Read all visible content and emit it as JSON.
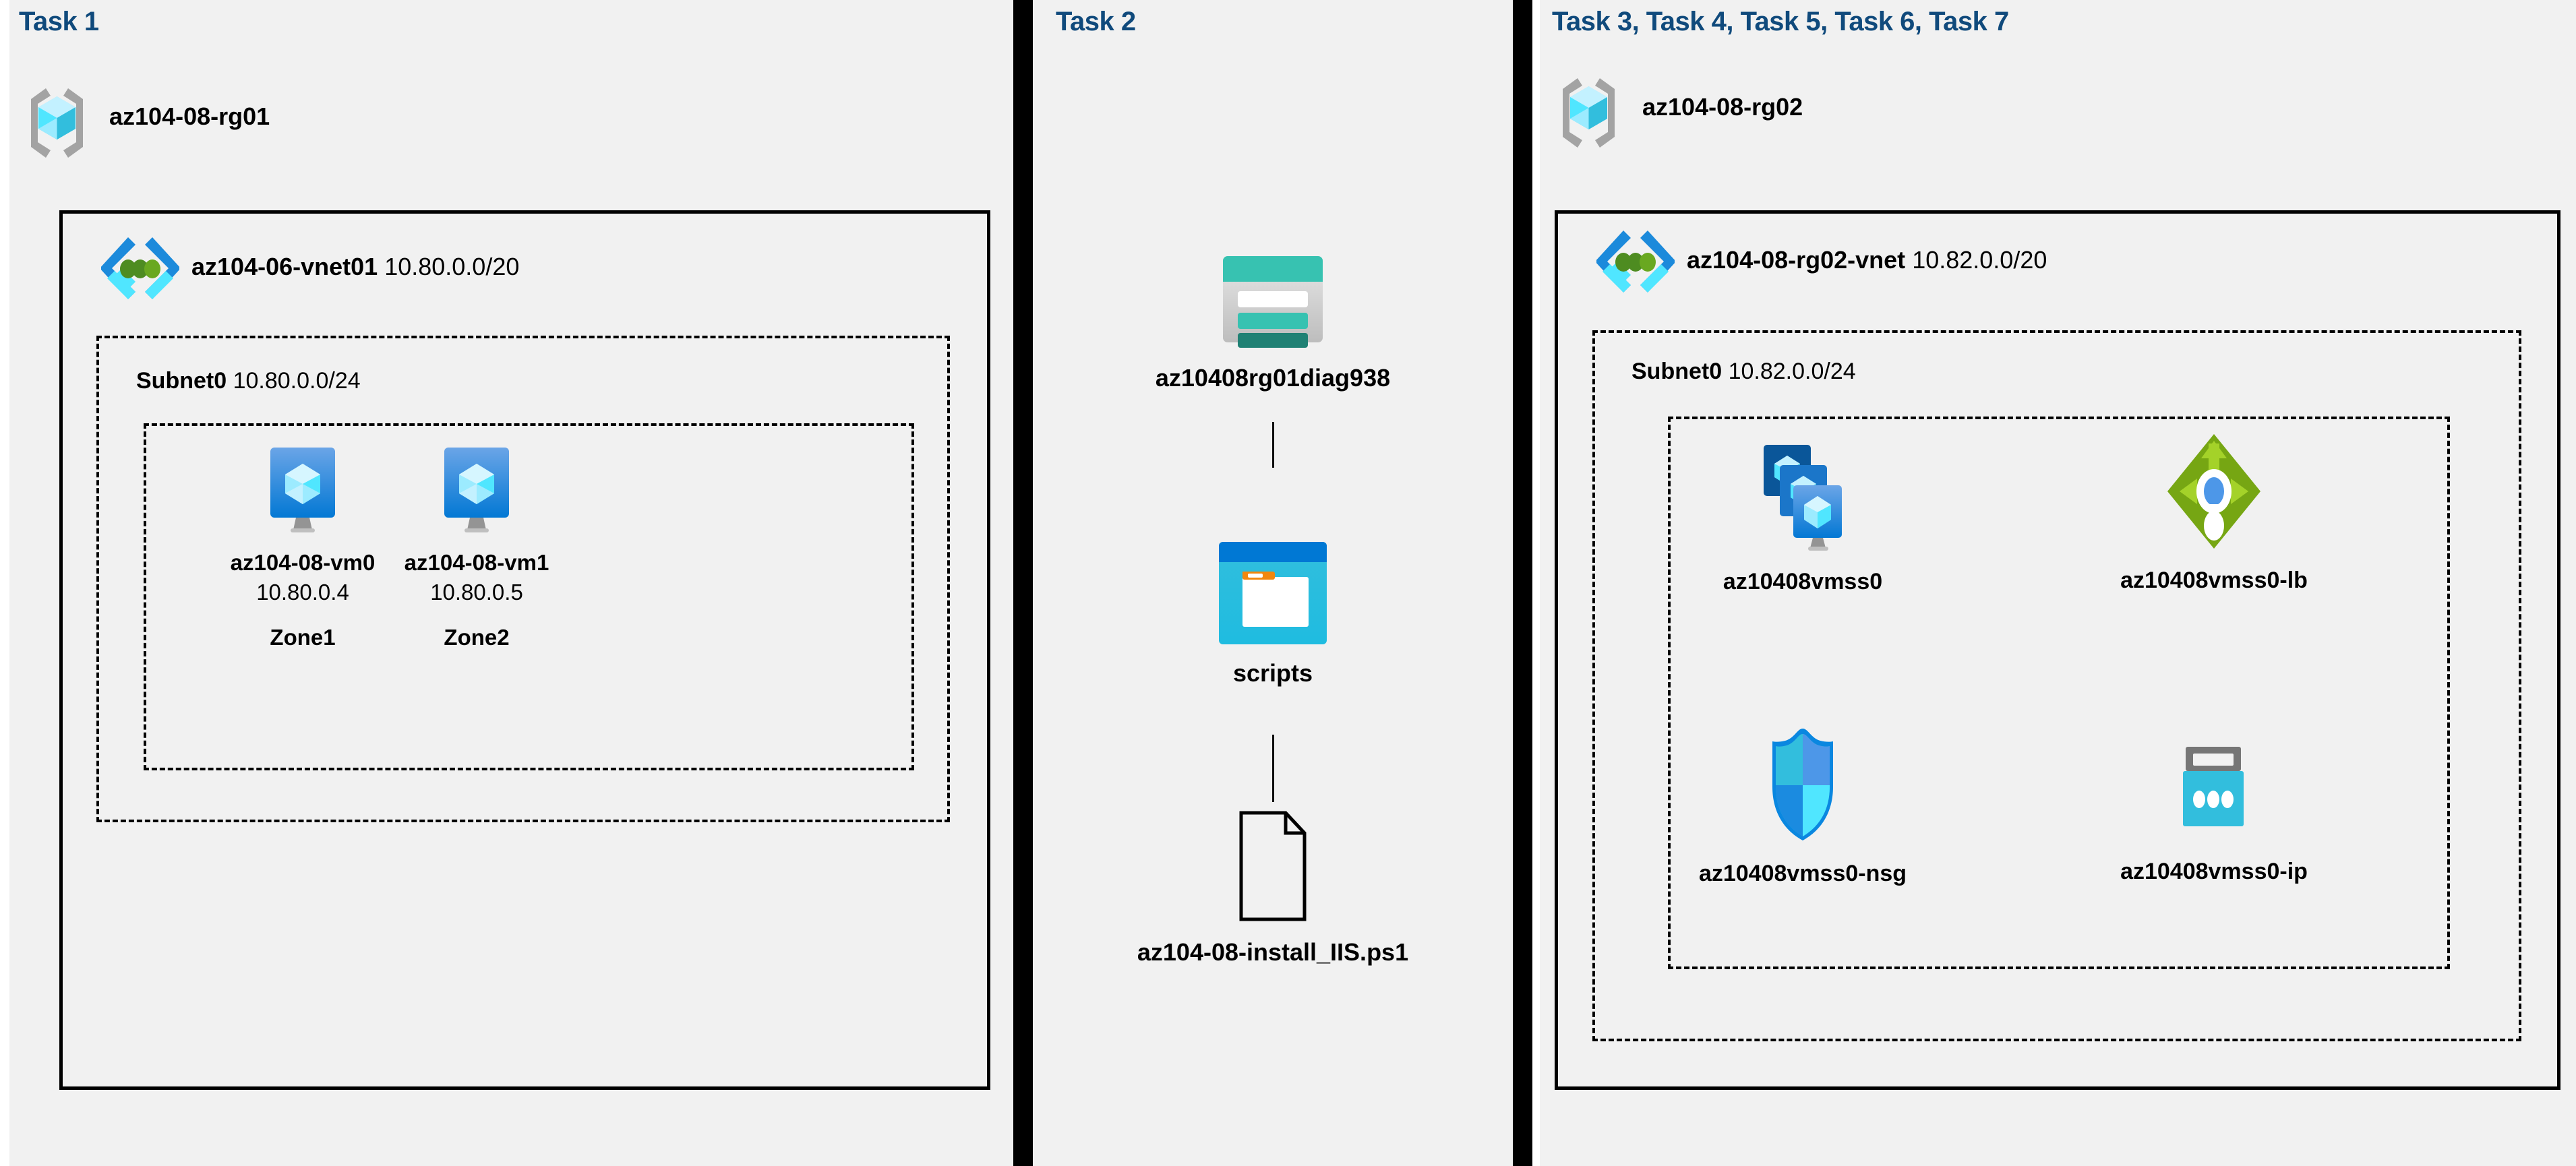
{
  "colors": {
    "panel_bg": "#f1f1f1",
    "page_bg": "#ffffff",
    "divider": "#000000",
    "heading_blue": "#104A7C",
    "border_black": "#000000",
    "azure_cyan": "#50E6FF",
    "azure_blue": "#0078D4",
    "vnet_green": "#5E9624",
    "storage_teal": "#37C2B1",
    "lb_green": "#7FBA00",
    "nsg_blue": "#32BEDD",
    "ip_gray": "#767676"
  },
  "panels": [
    {
      "id": "task1",
      "heading": "Task 1",
      "resource_group": {
        "name": "az104-08-rg01",
        "icon": "resource-group-icon"
      },
      "vnet": {
        "name": "az104-06-vnet01",
        "cidr": "10.80.0.0/20",
        "icon": "virtual-network-icon"
      },
      "subnet": {
        "name": "Subnet0",
        "cidr": "10.80.0.0/24"
      },
      "vms": [
        {
          "name": "az104-08-vm0",
          "ip": "10.80.0.4",
          "zone": "Zone1",
          "icon": "virtual-machine-icon"
        },
        {
          "name": "az104-08-vm1",
          "ip": "10.80.0.5",
          "zone": "Zone2",
          "icon": "virtual-machine-icon"
        }
      ]
    },
    {
      "id": "task2",
      "heading": "Task 2",
      "nodes": [
        {
          "name": "az10408rg01diag938",
          "icon": "storage-account-icon"
        },
        {
          "name": "scripts",
          "icon": "blob-container-icon"
        },
        {
          "name": "az104-08-install_IIS.ps1",
          "icon": "file-icon"
        }
      ]
    },
    {
      "id": "task37",
      "heading": "Task 3, Task 4, Task 5, Task 6, Task 7",
      "resource_group": {
        "name": "az104-08-rg02",
        "icon": "resource-group-icon"
      },
      "vnet": {
        "name": "az104-08-rg02-vnet",
        "cidr": "10.82.0.0/20",
        "icon": "virtual-network-icon"
      },
      "subnet": {
        "name": "Subnet0",
        "cidr": "10.82.0.0/24"
      },
      "resources": [
        {
          "name": "az10408vmss0",
          "icon": "vm-scale-set-icon"
        },
        {
          "name": "az10408vmss0-lb",
          "icon": "load-balancer-icon"
        },
        {
          "name": "az10408vmss0-nsg",
          "icon": "network-security-group-icon"
        },
        {
          "name": "az10408vmss0-ip",
          "icon": "public-ip-address-icon"
        }
      ]
    }
  ]
}
